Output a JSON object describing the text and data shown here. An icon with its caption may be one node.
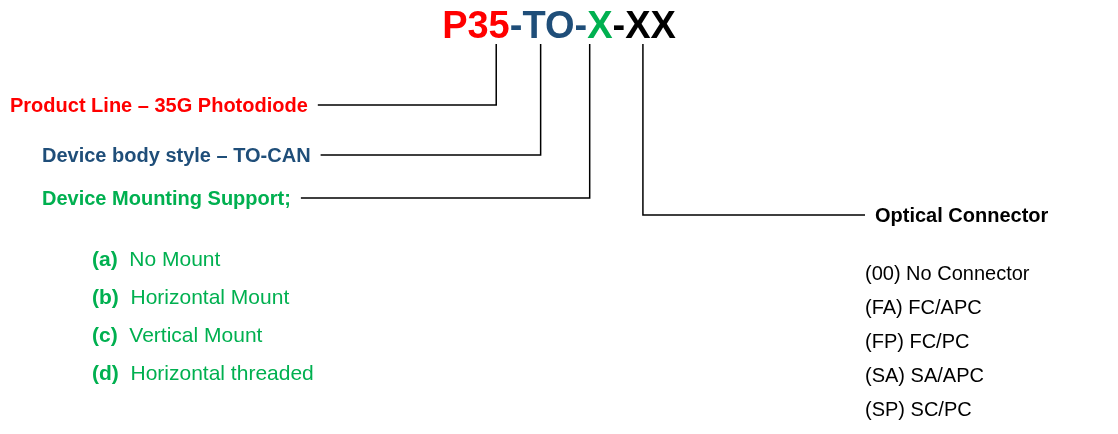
{
  "diagram": {
    "nodes": [
      {
        "text": [
          "P35"
        ]
      },
      {
        "text": [
          "TO"
        ]
      },
      {
        "text": [
          "X"
        ]
      },
      {
        "text": [
          "XX"
        ]
      },
      {
        "text": [
          "Product Line – 35G Photodiode"
        ]
      },
      {
        "text": [
          "Device body style – TO-CAN"
        ]
      },
      {
        "text": [
          "Device Mounting Support;"
        ]
      },
      {
        "text": [
          "Optical Connector"
        ]
      }
    ],
    "edges": [
      {
        "from": 4,
        "to": 0,
        "arrow": "none"
      },
      {
        "from": 5,
        "to": 1,
        "arrow": "none"
      },
      {
        "from": 6,
        "to": 2,
        "arrow": "none"
      },
      {
        "from": 7,
        "to": 3,
        "arrow": "none"
      }
    ],
    "labels": [
      "-",
      "-",
      "-",
      "**(a)** No Mount",
      "**(b)** Horizontal Mount",
      "**(c)** Vertical Mount",
      "**(d)** Horizontal threaded",
      "(00) No Connector",
      "(FA) FC/APC",
      "(FP) FC/PC",
      "(SA) SA/APC",
      "(SP) SC/PC"
    ]
  }
}
